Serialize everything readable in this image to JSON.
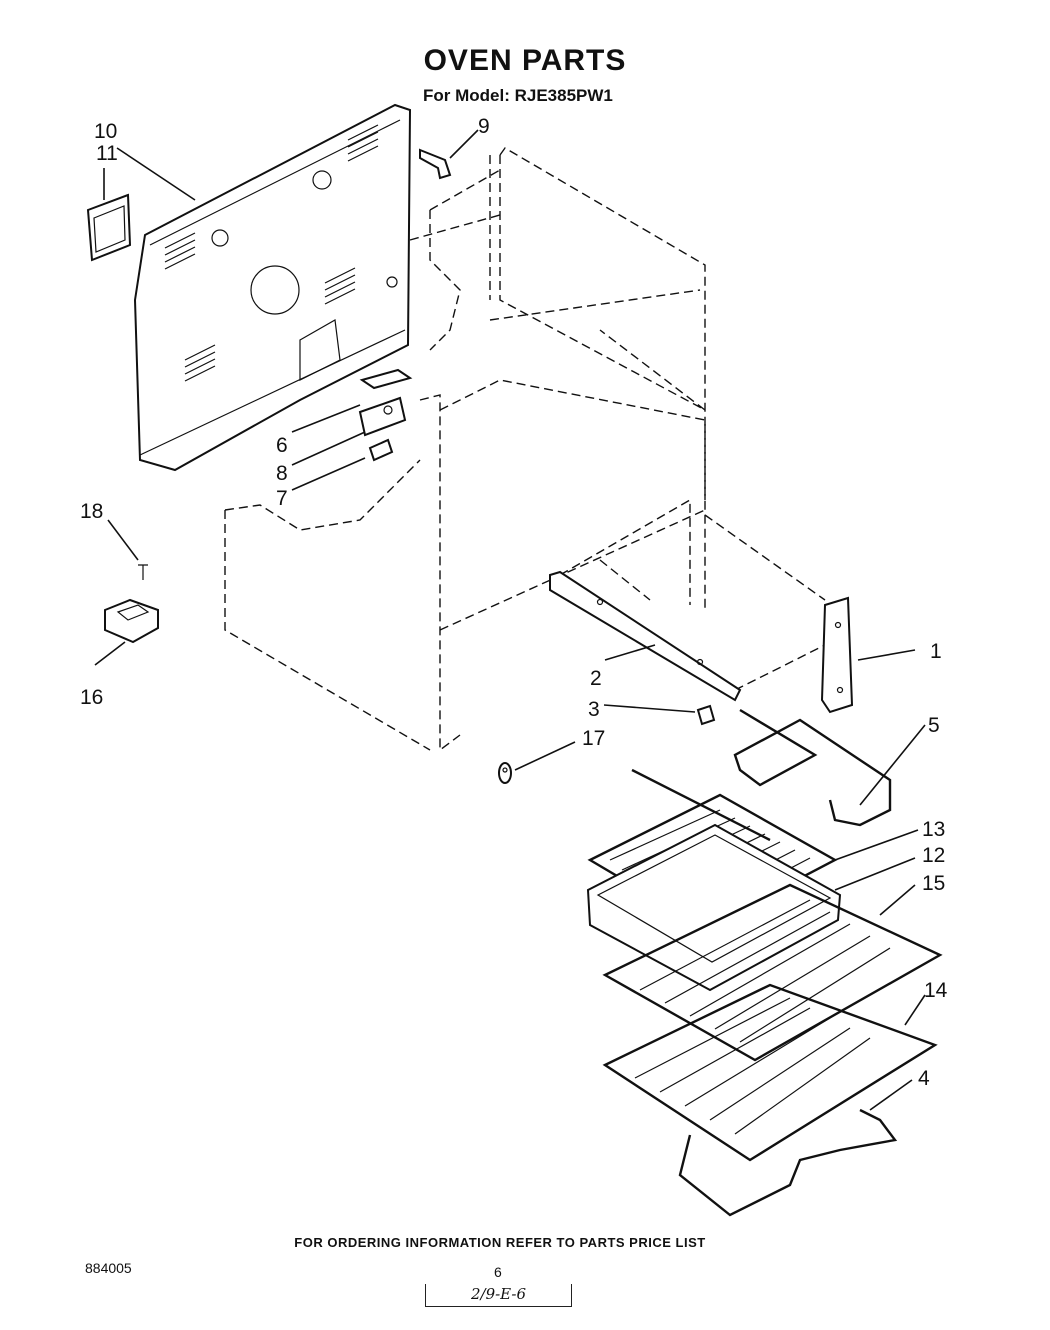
{
  "header": {
    "title": "OVEN PARTS",
    "model_line": "For Model: RJE385PW1"
  },
  "callouts": [
    {
      "id": "c1",
      "label": "1"
    },
    {
      "id": "c2",
      "label": "2"
    },
    {
      "id": "c3",
      "label": "3"
    },
    {
      "id": "c4",
      "label": "4"
    },
    {
      "id": "c5",
      "label": "5"
    },
    {
      "id": "c6",
      "label": "6"
    },
    {
      "id": "c7",
      "label": "7"
    },
    {
      "id": "c8",
      "label": "8"
    },
    {
      "id": "c9",
      "label": "9"
    },
    {
      "id": "c10",
      "label": "10"
    },
    {
      "id": "c11",
      "label": "11"
    },
    {
      "id": "c12",
      "label": "12"
    },
    {
      "id": "c13",
      "label": "13"
    },
    {
      "id": "c14",
      "label": "14"
    },
    {
      "id": "c15",
      "label": "15"
    },
    {
      "id": "c16",
      "label": "16"
    },
    {
      "id": "c17",
      "label": "17"
    },
    {
      "id": "c18",
      "label": "18"
    }
  ],
  "footer": {
    "ordering_note": "FOR ORDERING INFORMATION REFER TO PARTS PRICE LIST",
    "doc_number": "884005",
    "page_number": "6",
    "handwritten_code": "2/9-E-6"
  }
}
